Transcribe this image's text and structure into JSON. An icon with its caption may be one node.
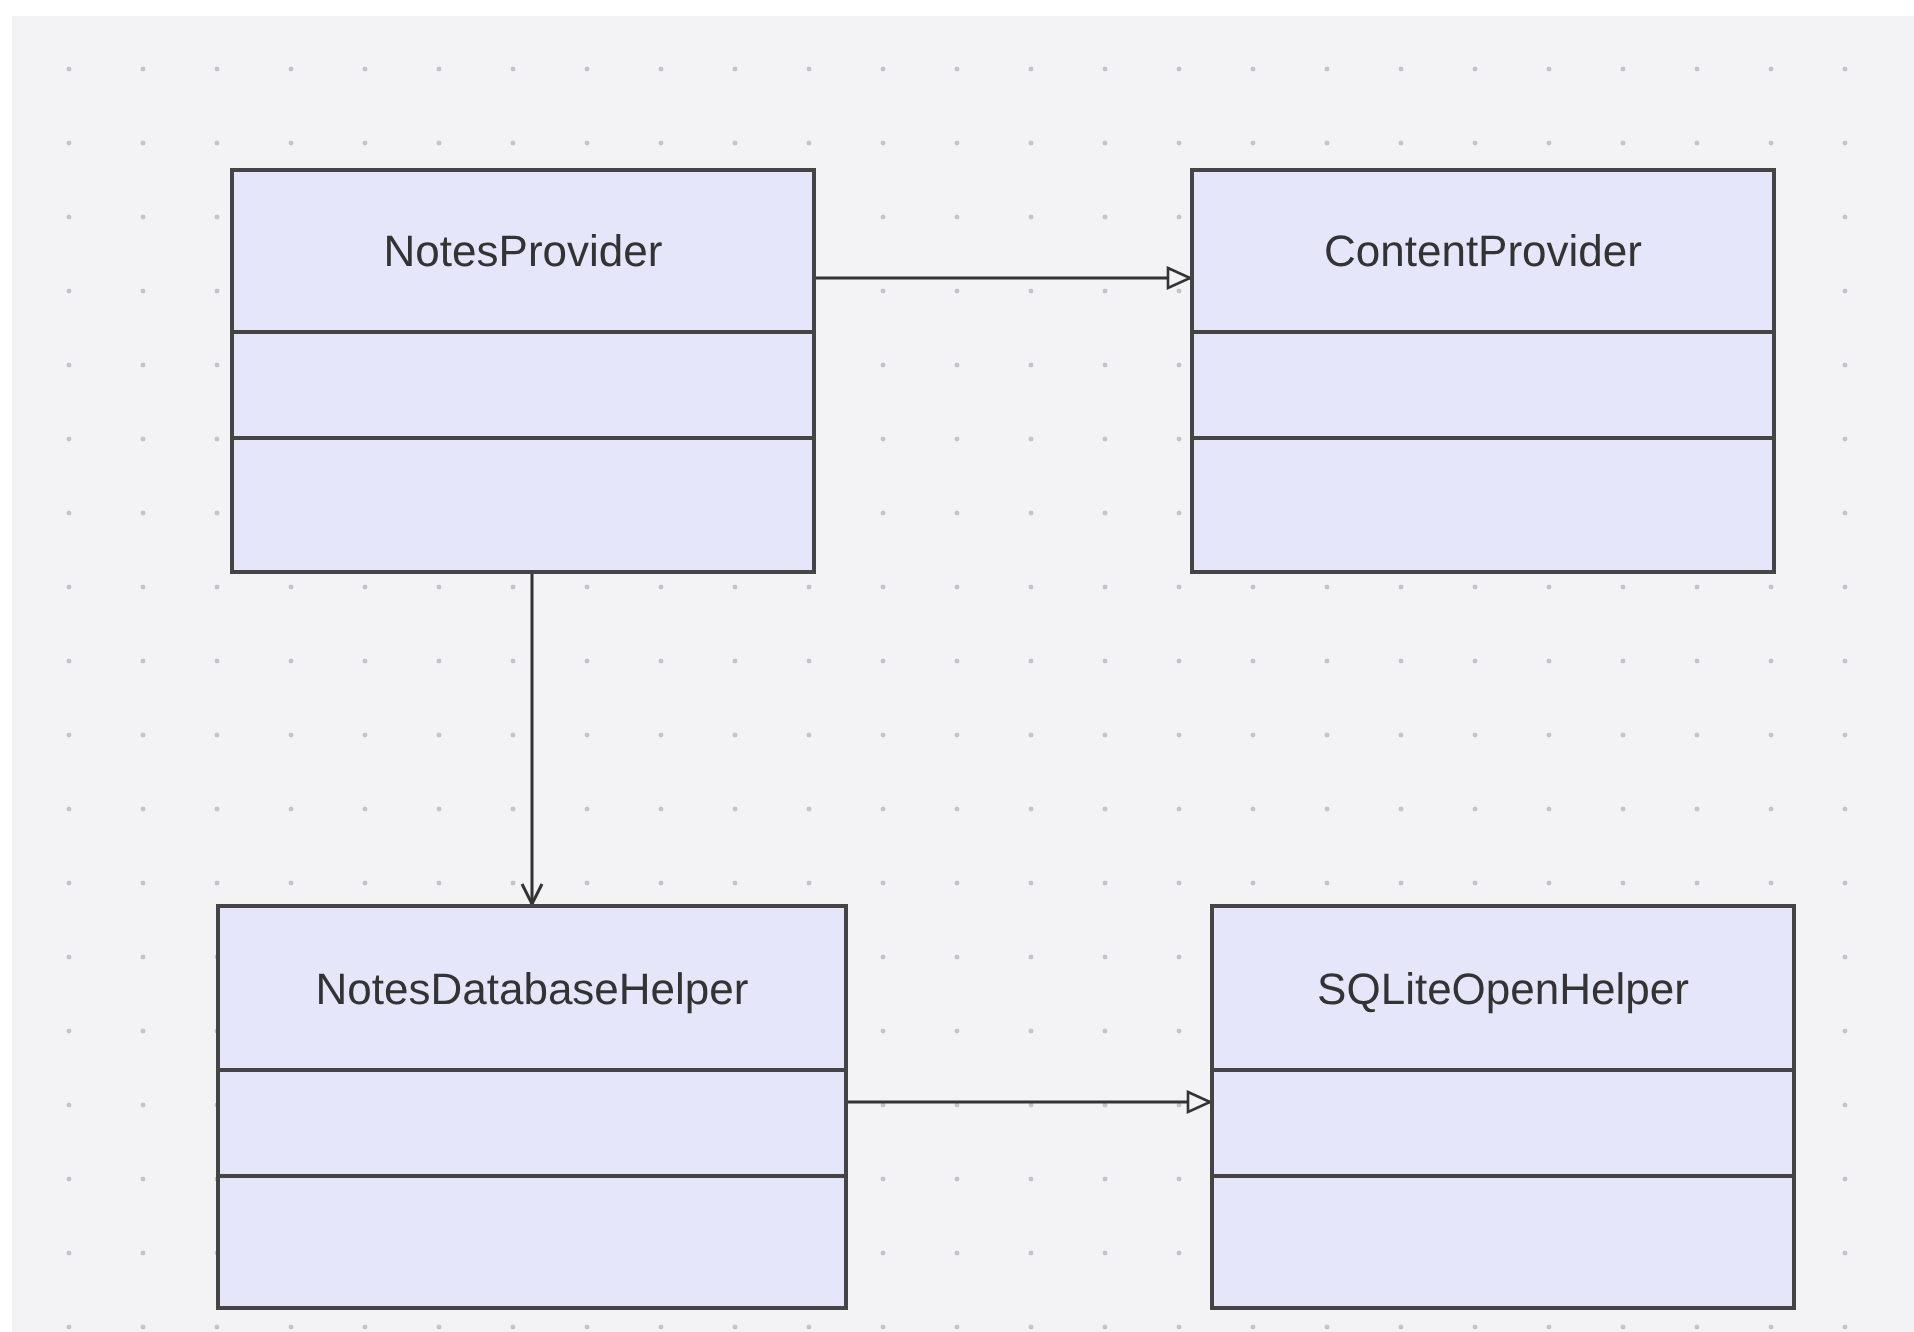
{
  "diagram": {
    "nodes": [
      {
        "text": [
          "NotesProvider"
        ]
      },
      {
        "text": [
          "ContentProvider"
        ]
      },
      {
        "text": [
          "NotesDatabaseHelper"
        ]
      },
      {
        "text": [
          "SQLiteOpenHelper"
        ]
      }
    ],
    "edges": [
      {
        "from": 0,
        "to": 1,
        "arrow": "to"
      },
      {
        "from": 0,
        "to": 2,
        "arrow": "to"
      },
      {
        "from": 2,
        "to": 3,
        "arrow": "to"
      }
    ]
  }
}
